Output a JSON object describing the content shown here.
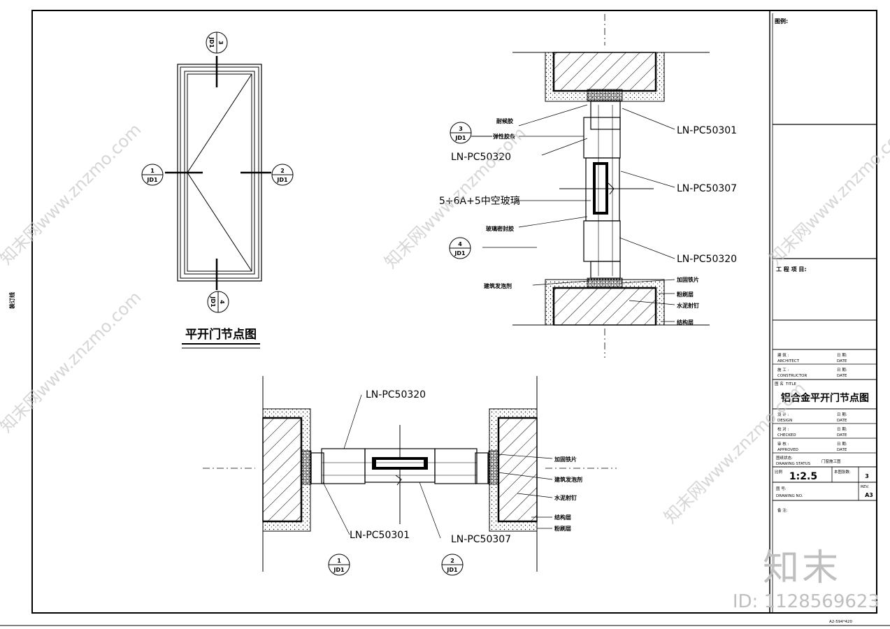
{
  "drawing": {
    "title": "平开门节点图",
    "side_text": "装订线",
    "sheet_size": "A2-594*420"
  },
  "callouts": [
    {
      "num": "3",
      "ref": "JD1"
    },
    {
      "num": "1",
      "ref": "JD1"
    },
    {
      "num": "2",
      "ref": "JD1"
    },
    {
      "num": "4",
      "ref": "JD1"
    },
    {
      "num": "3",
      "ref": "JD1"
    },
    {
      "num": "4",
      "ref": "JD1"
    },
    {
      "num": "1",
      "ref": "JD1"
    },
    {
      "num": "2",
      "ref": "JD1"
    }
  ],
  "section_vertical": {
    "labels_left": [
      "耐候胶",
      "弹性胶条",
      "LN-PC50320",
      "5+6A+5中空玻璃",
      "玻璃密封胶",
      "建筑发泡剂"
    ],
    "labels_right": [
      "LN-PC50301",
      "LN-PC50307",
      "LN-PC50320",
      "加固铁片",
      "粉刷层",
      "水泥射钉",
      "结构层"
    ]
  },
  "section_horizontal": {
    "labels_top": [
      "LN-PC50320"
    ],
    "labels_bottom": [
      "LN-PC50301",
      "LN-PC50307"
    ],
    "labels_right": [
      "加固铁片",
      "建筑发泡剂",
      "水泥射钉",
      "结构层",
      "粉刷层"
    ]
  },
  "title_block": {
    "legend": "图例:",
    "project": "工 程 项 目:",
    "architect_cn": "建 筑 :",
    "architect_en": "ARCHITECT",
    "constructor_cn": "施 工 :",
    "constructor_en": "CONSTRUCTOR",
    "date_cn": "日 期:",
    "date_en": "DATE",
    "title_cn": "图 名",
    "title_en": "TITLE",
    "drawing_title": "铝合金平开门节点图",
    "design_cn": "设 计 :",
    "design_en": "DESIGN",
    "checked_cn": "校 对 :",
    "checked_en": "CHECKED",
    "approved_cn": "审 核 :",
    "approved_en": "APPROVED",
    "status_cn": "图纸状态:",
    "status_en": "DRAWING STATUS",
    "status_value": "门窗施工图",
    "scale_cn": "比例",
    "scale_value": "1:2.5",
    "count_cn": "本图张数:",
    "count_value": "3",
    "drawing_no_cn": "图 号:",
    "drawing_no_en": "DRAWING NO.",
    "rev_label": "REV.",
    "rev_value": "A3",
    "remark": "备 注:"
  },
  "watermarks": {
    "logo": "知末",
    "id": "ID: 1128569623",
    "diagonal": "知末网www.znzmo.com"
  }
}
